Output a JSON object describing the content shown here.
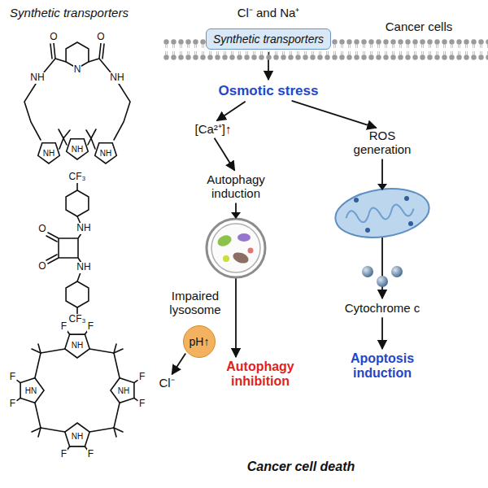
{
  "diagram": {
    "nodes": [
      {
        "text": [
          "Synthetic transporters"
        ]
      },
      {
        "text": [
          "Osmotic stress"
        ]
      },
      {
        "text": [
          "[Ca²⁺]↑"
        ]
      },
      {
        "text": [
          "ROS generation"
        ]
      },
      {
        "text": [
          "Autophagy induction"
        ]
      },
      {
        "text": [
          "pH↑"
        ]
      },
      {
        "text": [
          "Autophagy inhibition"
        ]
      },
      {
        "text": [
          "Cytochrome c"
        ]
      },
      {
        "text": [
          "Apoptosis induction"
        ]
      },
      {
        "text": [
          "Cl⁻"
        ]
      }
    ],
    "edges": [
      {
        "from": 0,
        "to": 1,
        "arrow": "to"
      },
      {
        "from": 1,
        "to": 2,
        "arrow": "to"
      },
      {
        "from": 1,
        "to": 3,
        "arrow": "to"
      },
      {
        "from": 2,
        "to": 4,
        "arrow": "to"
      },
      {
        "from": 4,
        "to": 6,
        "arrow": "to"
      },
      {
        "from": 3,
        "to": 7,
        "arrow": "to"
      },
      {
        "from": 7,
        "to": 8,
        "arrow": "to"
      },
      {
        "from": 5,
        "to": 9,
        "arrow": "to"
      }
    ],
    "labels": [
      "Synthetic transporters",
      "Cl⁻ and Na⁺",
      "Cancer cells",
      "Impaired lysosome",
      "Cancer cell death",
      "O",
      "O",
      "N",
      "NH",
      "NH",
      "NH",
      "NH",
      "NH",
      "CF₃",
      "O",
      "NH",
      "O",
      "NH",
      "CF₃",
      "F",
      "F",
      "F",
      "F",
      "F",
      "F",
      "F",
      "F",
      "NH",
      "NH",
      "HN",
      "NH"
    ]
  }
}
